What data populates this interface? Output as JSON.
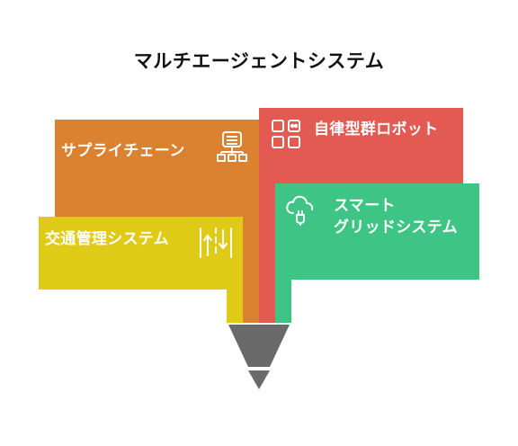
{
  "title": "マルチエージェントシステム",
  "colors": {
    "supply_chain": "#DB8230",
    "robot_swarm": "#E35A52",
    "smart_grid": "#3EC585",
    "traffic": "#DFCA17",
    "funnel": "#6A6A6A",
    "background": "#FFFFFF"
  },
  "blocks": [
    {
      "key": "supply_chain",
      "label": "サプライチェーン",
      "icon": "supply-chain-network-icon"
    },
    {
      "key": "robot_swarm",
      "label": "自律型群ロボット",
      "icon": "robot-grid-icon"
    },
    {
      "key": "smart_grid",
      "label_lines": [
        "スマート",
        "グリッドシステム"
      ],
      "icon": "cloud-plug-icon"
    },
    {
      "key": "traffic",
      "label": "交通管理システム",
      "icon": "road-lanes-icon"
    }
  ]
}
